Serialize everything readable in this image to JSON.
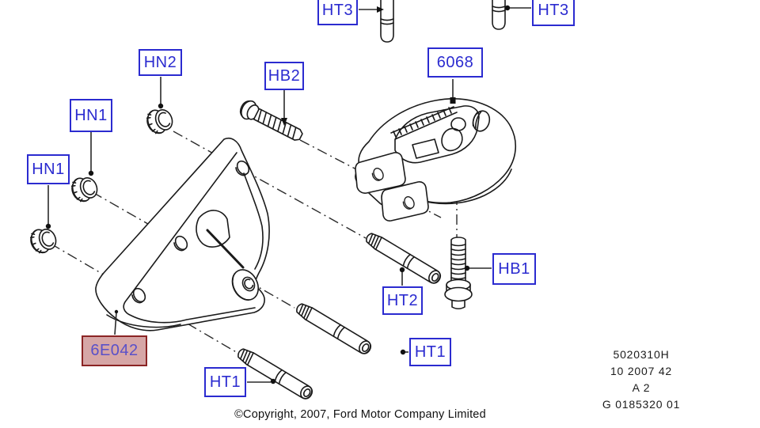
{
  "colors": {
    "label_blue": "#2b2bd0",
    "highlight_border": "#8b2424",
    "highlight_bg": "#d6a6a6",
    "highlight_text": "#5a50c8",
    "ink": "#1a1a1a"
  },
  "labels": {
    "ht3_left": "HT3",
    "ht3_right": "HT3",
    "hn2": "HN2",
    "hn1_upper": "HN1",
    "hn1_lower": "HN1",
    "hb2": "HB2",
    "p6068": "6068",
    "hb1": "HB1",
    "ht2": "HT2",
    "ht1_right": "HT1",
    "ht1_left": "HT1",
    "selected_part": "6E042"
  },
  "reference_block": {
    "line1": "5020310H",
    "line2": "10 2007 42",
    "line3": "A 2",
    "line4": "G 0185320 01"
  },
  "footer": {
    "copyright": "©Copyright, 2007, Ford Motor Company Limited"
  }
}
